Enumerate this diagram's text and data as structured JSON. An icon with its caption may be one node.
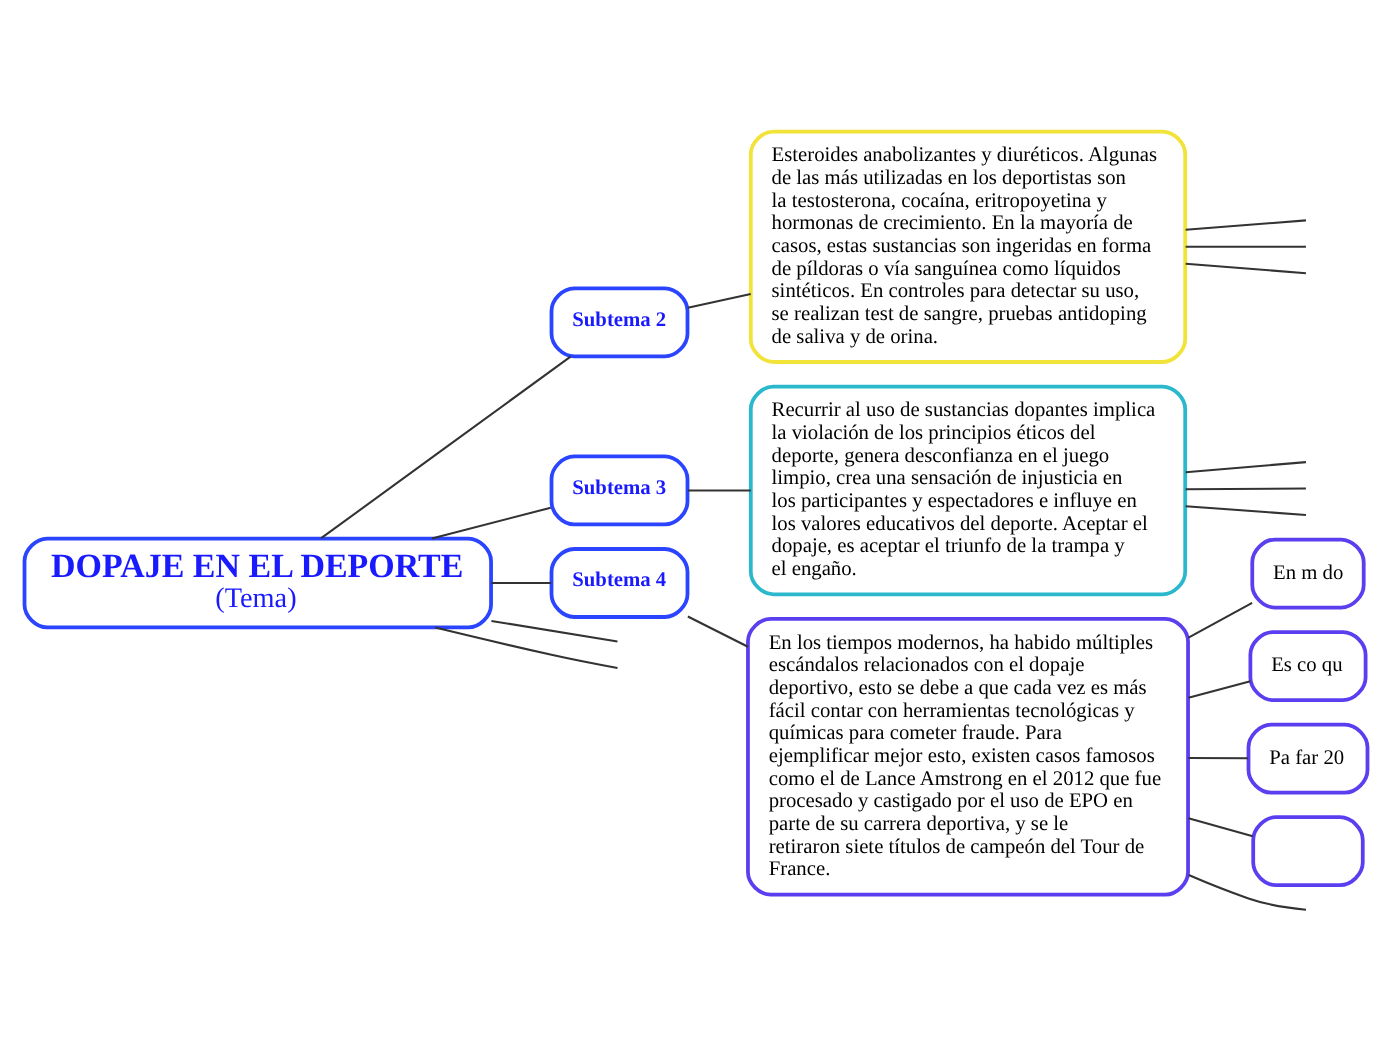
{
  "diagram": {
    "nodes": [
      {
        "text": [
          "DOPAJE EN EL DEPORTE",
          "(Tema)"
        ]
      },
      {
        "text": [
          "Subtema 2"
        ]
      },
      {
        "text": [
          "Esteroides anabolizantes y diuréticos. Algunas de las más utilizadas en los deportistas son la testosterona, cocaína, eritropoyetina y hormonas de crecimiento. En la mayoría de casos, estas sustancias son ingeridas en forma de píldoras o vía sanguínea como líquidos sintéticos. En controles para detectar su uso, se realizan test de sangre, pruebas antidoping de saliva y de orina."
        ]
      },
      {
        "text": [
          "Subtema 3"
        ]
      },
      {
        "text": [
          "Recurrir al uso de sustancias dopantes implica la violación de los principios éticos del deporte, genera desconfianza en el juego limpio, crea una sensación de injusticia en los participantes y espectadores e influye en los valores educativos del deporte. Aceptar el dopaje, es aceptar el triunfo de la trampa y el engaño."
        ]
      },
      {
        "text": [
          "Subtema 4"
        ]
      },
      {
        "text": [
          "En los tiempos modernos, ha habido múltiples escándalos relacionados con el dopaje deportivo, esto se debe a que cada vez es más fácil contar con herramientas tecnológicas y químicas para cometer fraude. Para ejemplificar mejor esto, existen casos famosos como el de Lance Amstrong en el 2012 que fue procesado y castigado por el uso de EPO en parte de su carrera deportiva, y se le retiraron siete títulos de campeón del Tour de France."
        ]
      },
      {
        "text": [
          "En m do"
        ]
      },
      {
        "text": [
          "Es co qu"
        ]
      },
      {
        "text": [
          "Pa far 20"
        ]
      },
      {
        "text": [],
        "shape": "box"
      }
    ],
    "edges": [
      {
        "from": 0,
        "to": null,
        "arrow": "none"
      },
      {
        "from": 0,
        "to": 1,
        "arrow": "none"
      },
      {
        "from": 1,
        "to": 2,
        "arrow": "none"
      },
      {
        "from": 2,
        "to": null,
        "arrow": "none"
      },
      {
        "from": 2,
        "to": null,
        "arrow": "none"
      },
      {
        "from": 2,
        "to": null,
        "arrow": "none"
      },
      {
        "from": 0,
        "to": 3,
        "arrow": "none"
      },
      {
        "from": 3,
        "to": 4,
        "arrow": "none"
      },
      {
        "from": 4,
        "to": null,
        "arrow": "none"
      },
      {
        "from": 4,
        "to": null,
        "arrow": "none"
      },
      {
        "from": 4,
        "to": null,
        "arrow": "none"
      },
      {
        "from": 0,
        "to": 5,
        "arrow": "none"
      },
      {
        "from": 5,
        "to": 6,
        "arrow": "none"
      },
      {
        "from": 6,
        "to": 7,
        "arrow": "none"
      },
      {
        "from": 6,
        "to": 8,
        "arrow": "none"
      },
      {
        "from": 6,
        "to": 9,
        "arrow": "none"
      },
      {
        "from": 6,
        "to": 10,
        "arrow": "none"
      },
      {
        "from": 6,
        "to": null,
        "arrow": "none"
      },
      {
        "from": 0,
        "to": null,
        "arrow": "none"
      }
    ]
  }
}
